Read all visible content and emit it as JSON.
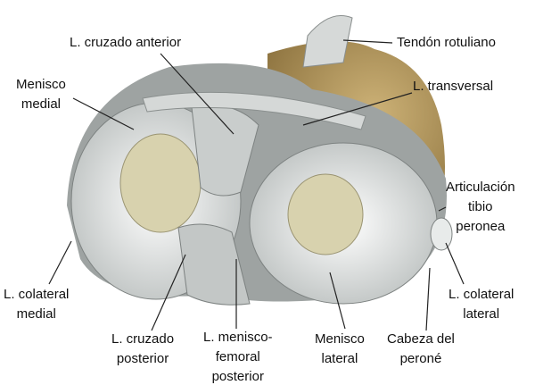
{
  "labels": {
    "acl": [
      "L. cruzado anterior"
    ],
    "patellar_tendon": [
      "Tendón rotuliano"
    ],
    "medial_meniscus": [
      "Menisco",
      "medial"
    ],
    "transverse": [
      "L. transversal"
    ],
    "tibiofibular": [
      "Articulación",
      "tibio",
      "peronea"
    ],
    "mcl": [
      "L. colateral",
      "medial"
    ],
    "pcl": [
      "L. cruzado",
      "posterior"
    ],
    "meniscofemoral": [
      "L. menisco-",
      "femoral",
      "posterior"
    ],
    "lateral_meniscus": [
      "Menisco",
      "lateral"
    ],
    "fibula_head": [
      "Cabeza del",
      "peroné"
    ],
    "lcl": [
      "L. colateral",
      "lateral"
    ]
  },
  "colors": {
    "bone": "#b99a5c",
    "cartilage": "#e4e8e6",
    "meniscus": "#f3f5f4",
    "ligament": "#c8cccb",
    "plateau": "#d9d2b0"
  }
}
